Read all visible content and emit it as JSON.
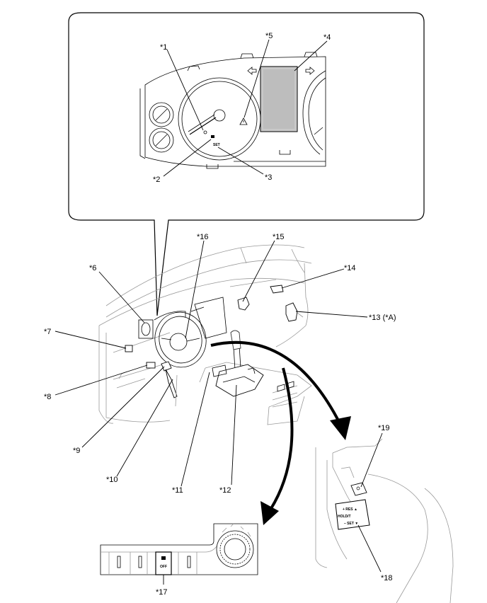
{
  "labels": {
    "l1": "*1",
    "l2": "*2",
    "l3": "*3",
    "l4": "*4",
    "l5": "*5",
    "l6": "*6",
    "l7": "*7",
    "l8": "*8",
    "l9": "*9",
    "l10": "*10",
    "l11": "*11",
    "l12": "*12",
    "l13": "*13 (*A)",
    "l14": "*14",
    "l15": "*15",
    "l16": "*16",
    "l17": "*17",
    "l18": "*18",
    "l19": "*19"
  },
  "cluster_text": {
    "set": "SET"
  },
  "switch_text": {
    "off": "OFF"
  },
  "cruise_text": {
    "res": "+ RES ▲",
    "set": "– SET ▼",
    "hold": "HOLD/T"
  }
}
